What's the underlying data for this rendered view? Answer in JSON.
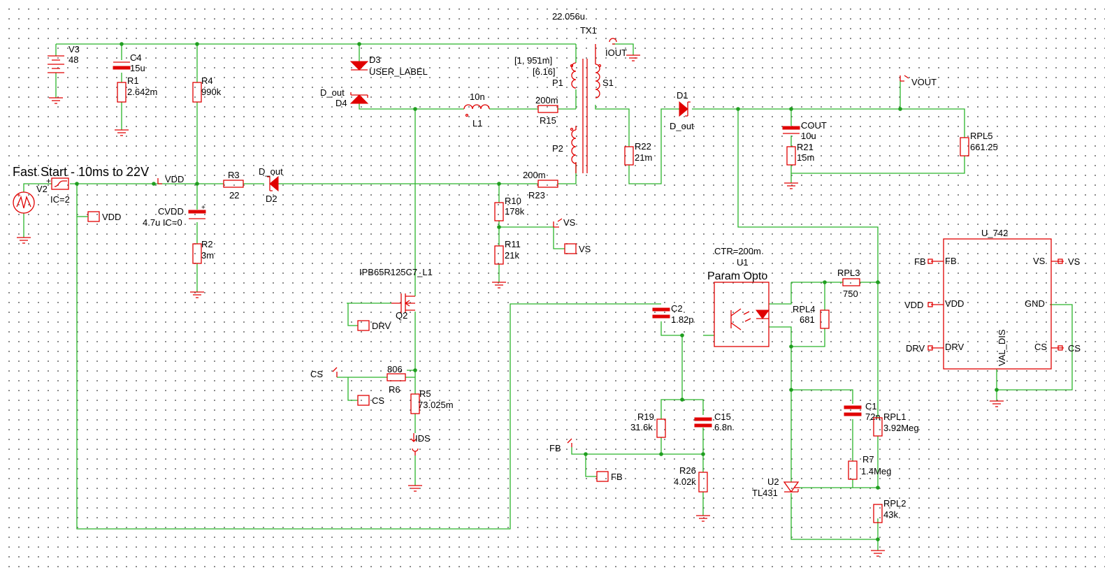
{
  "schematic": {
    "title": "Fast Start - 10ms to 22V",
    "sources": {
      "V3": {
        "ref": "V3",
        "value": "48"
      },
      "V2": {
        "ref": "V2",
        "param": "IC=2"
      }
    },
    "capacitors": {
      "C4": {
        "ref": "C4",
        "value": "15u"
      },
      "CVDD": {
        "ref": "CVDD",
        "value": "4.7u IC=0"
      },
      "C2": {
        "ref": "C2",
        "value": "1.82p"
      },
      "C15": {
        "ref": "C15",
        "value": "6.8n"
      },
      "C1": {
        "ref": "C1",
        "value": "72n"
      },
      "COUT": {
        "ref": "COUT",
        "value": "10u"
      }
    },
    "resistors": {
      "R1": {
        "ref": "R1",
        "value": "2.642m"
      },
      "R4": {
        "ref": "R4",
        "value": "990k"
      },
      "R2": {
        "ref": "R2",
        "value": "3m"
      },
      "R3": {
        "ref": "R3",
        "value": "22"
      },
      "R10": {
        "ref": "R10",
        "value": "178k"
      },
      "R11": {
        "ref": "R11",
        "value": "21k"
      },
      "R15": {
        "ref": "R15",
        "value": "200m"
      },
      "R23": {
        "ref": "R23",
        "value": "200m"
      },
      "R22": {
        "ref": "R22",
        "value": "21m"
      },
      "R21": {
        "ref": "R21",
        "value": "15m"
      },
      "RPL5": {
        "ref": "RPL5",
        "value": "661.25"
      },
      "R6": {
        "ref": "R6",
        "value": "806"
      },
      "R5": {
        "ref": "R5",
        "value": "73.025m"
      },
      "R19": {
        "ref": "R19",
        "value": "31.6k"
      },
      "R26": {
        "ref": "R26",
        "value": "4.02k"
      },
      "RPL3": {
        "ref": "RPL3",
        "value": "750"
      },
      "RPL4": {
        "ref": "RPL4",
        "value": "681"
      },
      "RPL1": {
        "ref": "RPL1",
        "value": "3.92Meg"
      },
      "R7": {
        "ref": "R7",
        "value": "1.4Meg"
      },
      "RPL2": {
        "ref": "RPL2",
        "value": "43k"
      }
    },
    "diodes": {
      "D3": {
        "ref": "D3",
        "value": "USER_LABEL"
      },
      "D4": {
        "ref": "D4",
        "value": "D_out"
      },
      "D2": {
        "ref": "D2",
        "value": "D_out"
      },
      "D1": {
        "ref": "D1",
        "value": "D_out"
      }
    },
    "inductor": {
      "ref": "L1",
      "value": "10n"
    },
    "transformer": {
      "ref": "TX1",
      "value": "22.056u",
      "ratio1": "[1, 951m]",
      "ratio2": "[6.16]",
      "p1": "P1",
      "p2": "P2",
      "s1": "S1"
    },
    "mosfet": {
      "ref": "Q2",
      "model": "IPB65R125C7_L1"
    },
    "opto": {
      "ref": "U1",
      "ctr": "CTR=200m",
      "label": "Param Opto"
    },
    "shunt": {
      "ref": "U2",
      "model": "TL431"
    },
    "ic": {
      "ref": "U_742",
      "part": "VAL_DIS",
      "pins": {
        "fb": "FB",
        "vdd": "VDD",
        "drv": "DRV",
        "vs": "VS",
        "gnd": "GND",
        "cs": "CS"
      }
    },
    "nets": {
      "vdd": "VDD",
      "vs": "VS",
      "drv": "DRV",
      "cs": "CS",
      "fb": "FB",
      "vout": "VOUT",
      "iout": "IOUT",
      "ids": "IDS"
    }
  }
}
